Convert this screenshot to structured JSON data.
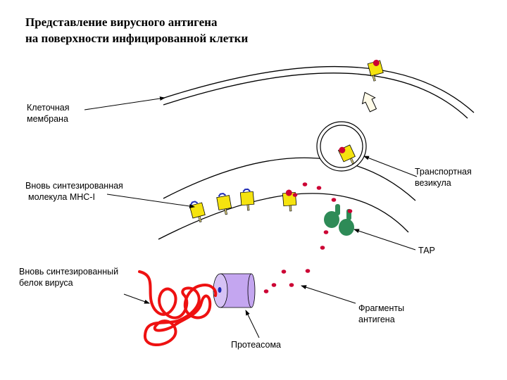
{
  "title": {
    "line1": "Представление вирусного антигена",
    "line2": "на поверхности инфицированной клетки"
  },
  "labels": {
    "cell_membrane": {
      "line1": "Клеточная",
      "line2": "мембрана"
    },
    "mhc": {
      "line1": "Вновь синтезированная",
      "line2": "молекула МНС-I"
    },
    "viral_protein": {
      "line1": "Вновь синтезированный",
      "line2": "белок вируса"
    },
    "transport_vesicle": {
      "line1": "Транспортная",
      "line2": "везикула"
    },
    "tap": "ТАР",
    "antigen_fragments": {
      "line1": "Фрагменты",
      "line2": "антигена"
    },
    "proteasome": "Протеасома"
  },
  "colors": {
    "mhc": "#f5e30f",
    "peptide": "#cc0033",
    "tap": "#2e8b57",
    "proteasome": "#c4a6f0",
    "viral_protein": "#ee1111",
    "membrane": "#000000"
  }
}
